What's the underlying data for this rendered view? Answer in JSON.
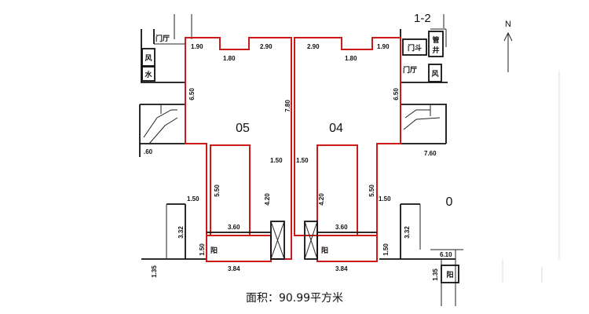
{
  "title": "1-2",
  "north": "N",
  "units": {
    "left": "05",
    "right": "04",
    "partial": "0"
  },
  "labels": {
    "lobby": "门厅",
    "wind": "风",
    "water": "水",
    "pipe_well": "管井",
    "door_well": "门斗",
    "balcony": "阳"
  },
  "dimensions": {
    "top_left_outer": "1.90",
    "top_left_step": "1.80",
    "top_left_inner": "2.90",
    "top_right_inner": "2.90",
    "top_right_step": "1.80",
    "top_right_outer": "1.90",
    "left_side_upper": "6.50",
    "right_side_upper": "6.50",
    "center_wall": "7.80",
    "center_step_left": "1.50",
    "center_step_right": "1.50",
    "left_side_lower": "5.50",
    "right_side_lower": "5.50",
    "left_inner_lower": "4.20",
    "right_inner_lower": "4.20",
    "left_balcony_width": "3.60",
    "right_balcony_width": "3.60",
    "left_balcony_depth": "1.50",
    "right_balcony_depth": "1.50",
    "left_bottom": "3.84",
    "right_bottom": "3.84",
    "left_outside_step": "1.50",
    "right_outside_step": "1.50",
    "left_outside_side": "3.32",
    "right_outside_side": "3.32",
    "left_neighbor_width": ".60",
    "right_neighbor_width": "7.60",
    "left_edge_small": "1.35",
    "right_edge_small": "1.35",
    "right_neighbor_lower": "6.10"
  },
  "caption": "面积：90.99平方米"
}
